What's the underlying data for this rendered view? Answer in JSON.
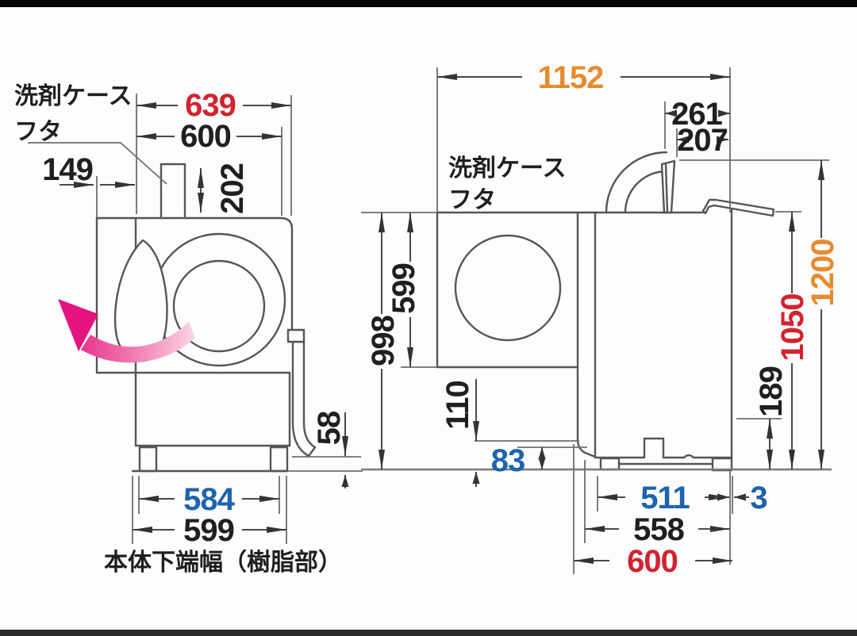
{
  "palette": {
    "background": "#fdfdfd",
    "top_bar": "#060606",
    "bottom_bar": "#2a2a2a",
    "line": "#555555",
    "text": "#1f1f1f",
    "red": "#d2232e",
    "orange": "#e78a2e",
    "blue": "#1e63ad",
    "pink_arrow_start": "#fbd7e6",
    "pink_arrow_end": "#e4137e"
  },
  "front": {
    "label_detergent_case": "洗剤ケース",
    "label_lid": "フタ",
    "caption": "本体下端幅（樹脂部）",
    "dim_total_width": "639",
    "dim_body_width": "600",
    "dim_case_offset": "149",
    "dim_case_height": "202",
    "dim_base_height": "58",
    "dim_bottom_width_resin": "584",
    "dim_bottom_width": "599"
  },
  "side": {
    "label_detergent_case": "洗剤ケース",
    "label_lid": "フタ",
    "dim_depth_door_open": "1152",
    "dim_lid_open": "261",
    "dim_lid": "207",
    "dim_height_lid_open": "1200",
    "dim_height_body": "1050",
    "dim_hose_height": "189",
    "dim_door_height": "599",
    "dim_open_total_height": "998",
    "dim_front_panel_height": "110",
    "dim_toe_height": "83",
    "dim_base_depth": "511",
    "dim_gap": "3",
    "dim_body_depth": "558",
    "dim_depth": "600"
  }
}
